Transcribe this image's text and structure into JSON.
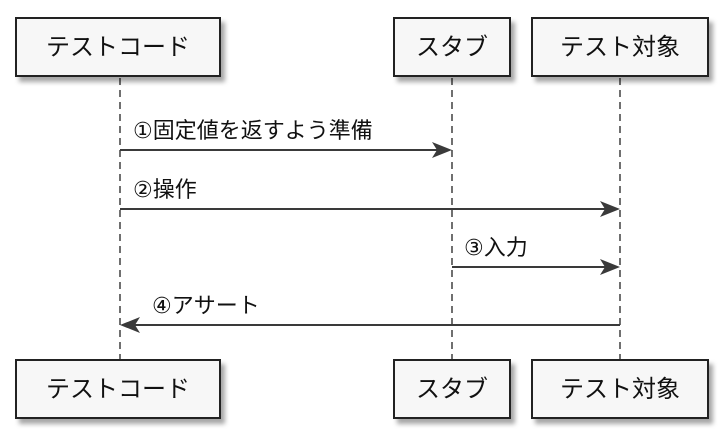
{
  "participants": [
    {
      "id": "testcode",
      "label": "テストコード"
    },
    {
      "id": "stub",
      "label": "スタブ"
    },
    {
      "id": "target",
      "label": "テスト対象"
    }
  ],
  "messages": [
    {
      "from": "testcode",
      "to": "stub",
      "label": "①固定値を返すよう準備"
    },
    {
      "from": "testcode",
      "to": "target",
      "label": "②操作"
    },
    {
      "from": "stub",
      "to": "target",
      "label": "③入力"
    },
    {
      "from": "target",
      "to": "testcode",
      "label": "④アサート"
    }
  ],
  "colors": {
    "box_fill": "#f7f7f7",
    "line": "#222222",
    "arrow": "#3a3a3a"
  }
}
